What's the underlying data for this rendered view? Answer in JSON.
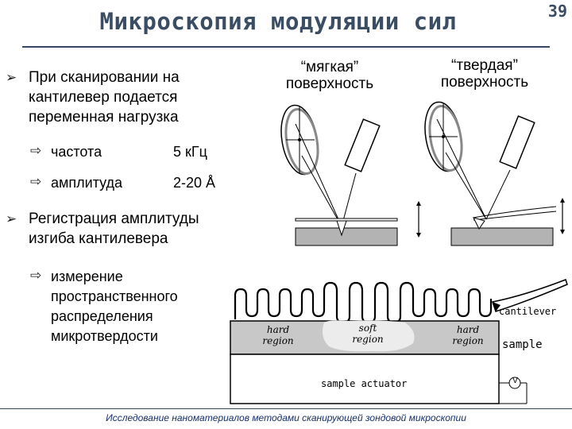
{
  "title": "Микроскопия модуляции сил",
  "slide_number": "39",
  "bullets": {
    "b1_line1": "При сканировании на",
    "b1_line2": "кантилевер подается",
    "b1_line3": "переменная нагрузка",
    "freq_label": "частота",
    "freq_value": "5 кГц",
    "amp_label": "амплитуда",
    "amp_value": "2-20 Å",
    "b2_line1": "Регистрация амплитуды",
    "b2_line2": "изгиба кантилевера",
    "m_line1": "измерение",
    "m_line2": "пространственного",
    "m_line3": "распределения",
    "m_line4": "микротвердости"
  },
  "surfaces": {
    "soft_line1": "“мягкая”",
    "soft_line2": "поверхность",
    "hard_line1": "“твердая”",
    "hard_line2": "поверхность"
  },
  "diagram": {
    "hard_region_left_1": "hard",
    "hard_region_left_2": "region",
    "soft_region_1": "soft",
    "soft_region_2": "region",
    "hard_region_right_1": "hard",
    "hard_region_right_2": "region",
    "cantilever": "cantilever",
    "sample": "sample",
    "sample_actuator": "sample actuator",
    "voltage": "V"
  },
  "footer": "Исследование наноматериалов методами сканирующей зондовой микроскопии",
  "colors": {
    "title": "#3a4d63",
    "footer": "#16306a",
    "surface": "#b3b3b3",
    "sample": "#c8c8c8"
  }
}
